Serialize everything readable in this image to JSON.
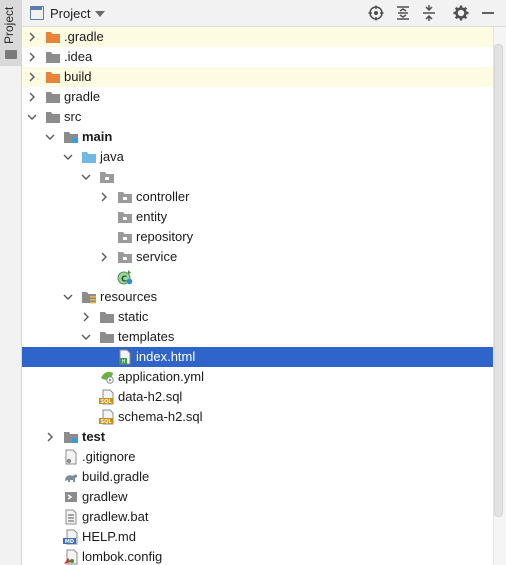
{
  "toolwindow": {
    "strip_label": "Project"
  },
  "header": {
    "title": "Project",
    "icons": [
      "locate-icon",
      "expand-all-icon",
      "collapse-all-icon",
      "gear-icon",
      "minimize-icon"
    ]
  },
  "tree": [
    {
      "label": ".gradle",
      "depth": 1,
      "arrow": "right",
      "icon": "folder-orange",
      "highlight": "yellow"
    },
    {
      "label": ".idea",
      "depth": 1,
      "arrow": "right",
      "icon": "folder-gray"
    },
    {
      "label": "build",
      "depth": 1,
      "arrow": "right",
      "icon": "folder-orange",
      "highlight": "yellow"
    },
    {
      "label": "gradle",
      "depth": 1,
      "arrow": "right",
      "icon": "folder-gray"
    },
    {
      "label": "src",
      "depth": 1,
      "arrow": "down",
      "icon": "folder-gray"
    },
    {
      "label": "main",
      "depth": 2,
      "arrow": "down",
      "icon": "module-folder",
      "bold": true
    },
    {
      "label": "java",
      "depth": 3,
      "arrow": "down",
      "icon": "source-folder"
    },
    {
      "label": "",
      "depth": 4,
      "arrow": "down",
      "icon": "package"
    },
    {
      "label": "controller",
      "depth": 5,
      "arrow": "right",
      "icon": "package"
    },
    {
      "label": "entity",
      "depth": 5,
      "arrow": "none",
      "icon": "package"
    },
    {
      "label": "repository",
      "depth": 5,
      "arrow": "none",
      "icon": "package"
    },
    {
      "label": "service",
      "depth": 5,
      "arrow": "right",
      "icon": "package"
    },
    {
      "label": "",
      "depth": 5,
      "arrow": "none",
      "icon": "spring-class"
    },
    {
      "label": "resources",
      "depth": 3,
      "arrow": "down",
      "icon": "resources-folder"
    },
    {
      "label": "static",
      "depth": 4,
      "arrow": "right",
      "icon": "folder-gray"
    },
    {
      "label": "templates",
      "depth": 4,
      "arrow": "down",
      "icon": "folder-gray"
    },
    {
      "label": "index.html",
      "depth": 5,
      "arrow": "none",
      "icon": "html-file",
      "selected": true
    },
    {
      "label": "application.yml",
      "depth": 4,
      "arrow": "none",
      "icon": "yml-file"
    },
    {
      "label": "data-h2.sql",
      "depth": 4,
      "arrow": "none",
      "icon": "sql-file"
    },
    {
      "label": "schema-h2.sql",
      "depth": 4,
      "arrow": "none",
      "icon": "sql-file"
    },
    {
      "label": "test",
      "depth": 2,
      "arrow": "right",
      "icon": "module-folder",
      "bold": true
    },
    {
      "label": ".gitignore",
      "depth": 2,
      "arrow": "none",
      "icon": "gitignore-file"
    },
    {
      "label": "build.gradle",
      "depth": 2,
      "arrow": "none",
      "icon": "gradle-file"
    },
    {
      "label": "gradlew",
      "depth": 2,
      "arrow": "none",
      "icon": "shell-file"
    },
    {
      "label": "gradlew.bat",
      "depth": 2,
      "arrow": "none",
      "icon": "bat-file"
    },
    {
      "label": "HELP.md",
      "depth": 2,
      "arrow": "none",
      "icon": "md-file"
    },
    {
      "label": "lombok.config",
      "depth": 2,
      "arrow": "none",
      "icon": "config-file"
    }
  ],
  "colors": {
    "selection": "#2f65ca",
    "ignored_highlight": "#fdfbe1",
    "folder_orange": "#e8843a",
    "folder_gray": "#8c8c8c",
    "source_blue": "#71b8e6"
  }
}
